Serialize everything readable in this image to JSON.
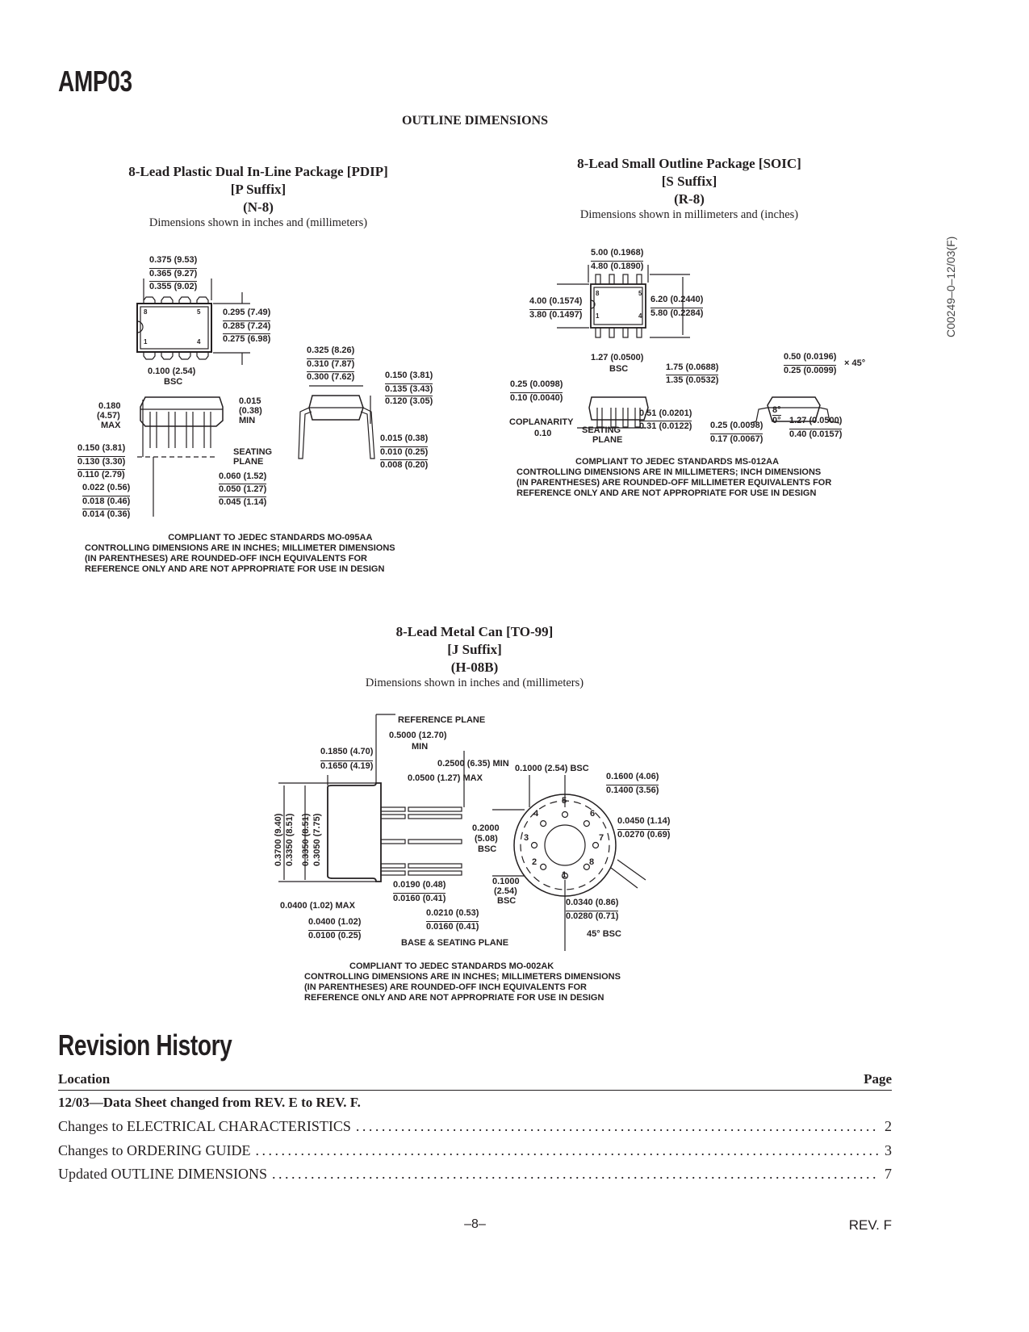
{
  "header": {
    "title": "AMP03",
    "side_code": "C00249–0–12/03(F)"
  },
  "section_title": "OUTLINE DIMENSIONS",
  "pdip": {
    "title": [
      "8-Lead Plastic Dual In-Line Package [PDIP]",
      "[P Suffix]",
      "(N-8)"
    ],
    "subtitle": "Dimensions shown in inches and (millimeters)",
    "labels": [
      "0.375 (9.53)",
      "0.365 (9.27)",
      "0.355 (9.02)",
      "0.295 (7.49)",
      "0.285 (7.24)",
      "0.275 (6.98)",
      "0.100 (2.54)",
      "BSC",
      "0.180",
      "(4.57)",
      "MAX",
      "0.015",
      "(0.38)",
      "MIN",
      "0.150 (3.81)",
      "0.130 (3.30)",
      "0.110 (2.79)",
      "SEATING",
      "PLANE",
      "0.060 (1.52)",
      "0.050 (1.27)",
      "0.045 (1.14)",
      "0.022 (0.56)",
      "0.018 (0.46)",
      "0.014 (0.36)",
      "0.325 (8.26)",
      "0.310 (7.87)",
      "0.300 (7.62)",
      "0.150 (3.81)",
      "0.135 (3.43)",
      "0.120 (3.05)",
      "0.015 (0.38)",
      "0.010 (0.25)",
      "0.008 (0.20)",
      "8",
      "5",
      "1",
      "4"
    ],
    "notes": [
      "COMPLIANT TO JEDEC STANDARDS MO-095AA",
      "CONTROLLING DIMENSIONS ARE IN INCHES; MILLIMETER DIMENSIONS",
      "(IN PARENTHESES) ARE ROUNDED-OFF INCH EQUIVALENTS FOR",
      "REFERENCE ONLY AND ARE NOT APPROPRIATE FOR USE IN DESIGN"
    ]
  },
  "soic": {
    "title": [
      "8-Lead Small Outline Package [SOIC]",
      "[S Suffix]",
      "(R-8)"
    ],
    "subtitle": "Dimensions shown in millimeters and (inches)",
    "labels": [
      "5.00 (0.1968)",
      "4.80 (0.1890)",
      "4.00 (0.1574)",
      "3.80 (0.1497)",
      "6.20 (0.2440)",
      "5.80 (0.2284)",
      "1.27 (0.0500)",
      "BSC",
      "1.75 (0.0688)",
      "1.35 (0.0532)",
      "0.25 (0.0098)",
      "0.10 (0.0040)",
      "COPLANARITY",
      "0.10",
      "SEATING",
      "PLANE",
      "0.51 (0.0201)",
      "0.31 (0.0122)",
      "0.50 (0.0196)",
      "0.25 (0.0099)",
      "× 45°",
      "8°",
      "0°",
      "0.25 (0.0098)",
      "0.17 (0.0067)",
      "1.27 (0.0500)",
      "0.40 (0.0157)",
      "8",
      "5",
      "1",
      "4"
    ],
    "notes": [
      "COMPLIANT TO JEDEC STANDARDS MS-012AA",
      "CONTROLLING DIMENSIONS ARE IN MILLIMETERS; INCH DIMENSIONS",
      "(IN PARENTHESES) ARE ROUNDED-OFF MILLIMETER EQUIVALENTS FOR",
      "REFERENCE ONLY AND ARE NOT APPROPRIATE FOR USE IN DESIGN"
    ]
  },
  "to99": {
    "title": [
      "8-Lead Metal Can [TO-99]",
      "[J Suffix]",
      "(H-08B)"
    ],
    "subtitle": "Dimensions shown in inches and (millimeters)",
    "labels": [
      "REFERENCE PLANE",
      "0.5000 (12.70)",
      "MIN",
      "0.1850 (4.70)",
      "0.1650 (4.19)",
      "0.2500 (6.35) MIN",
      "0.0500 (1.27) MAX",
      "0.1000 (2.54) BSC",
      "0.1600 (4.06)",
      "0.1400 (3.56)",
      "0.2000",
      "(5.08)",
      "BSC",
      "0.0450 (1.14)",
      "0.0270 (0.69)",
      "0.1000",
      "(2.54)",
      "BSC",
      "0.0190 (0.48)",
      "0.0160 (0.41)",
      "0.0400 (1.02) MAX",
      "0.0210 (0.53)",
      "0.0160 (0.41)",
      "0.0400 (1.02)",
      "0.0100 (0.25)",
      "BASE & SEATING PLANE",
      "0.0340 (0.86)",
      "0.0280 (0.71)",
      "45° BSC",
      "0.3700 (9.40)",
      "0.3350 (8.51)",
      "0.3350 (8.51)",
      "0.3050 (7.75)",
      "1",
      "2",
      "3",
      "4",
      "5",
      "6",
      "7",
      "8"
    ],
    "notes": [
      "COMPLIANT TO JEDEC STANDARDS MO-002AK",
      "CONTROLLING DIMENSIONS ARE IN INCHES; MILLIMETERS DIMENSIONS",
      "(IN PARENTHESES) ARE ROUNDED-OFF INCH EQUIVALENTS FOR",
      "REFERENCE ONLY AND ARE NOT APPROPRIATE FOR USE IN DESIGN"
    ]
  },
  "revision_history": {
    "title": "Revision History",
    "col_location": "Location",
    "col_page": "Page",
    "group": "12/03—Data Sheet changed from REV. E to REV. F.",
    "entries": [
      {
        "text": "Changes to ELECTRICAL CHARACTERISTICS",
        "page": "2"
      },
      {
        "text": "Changes to ORDERING GUIDE",
        "page": "3"
      },
      {
        "text": "Updated OUTLINE DIMENSIONS",
        "page": "7"
      }
    ]
  },
  "footer": {
    "page": "–8–",
    "rev": "REV. F"
  }
}
